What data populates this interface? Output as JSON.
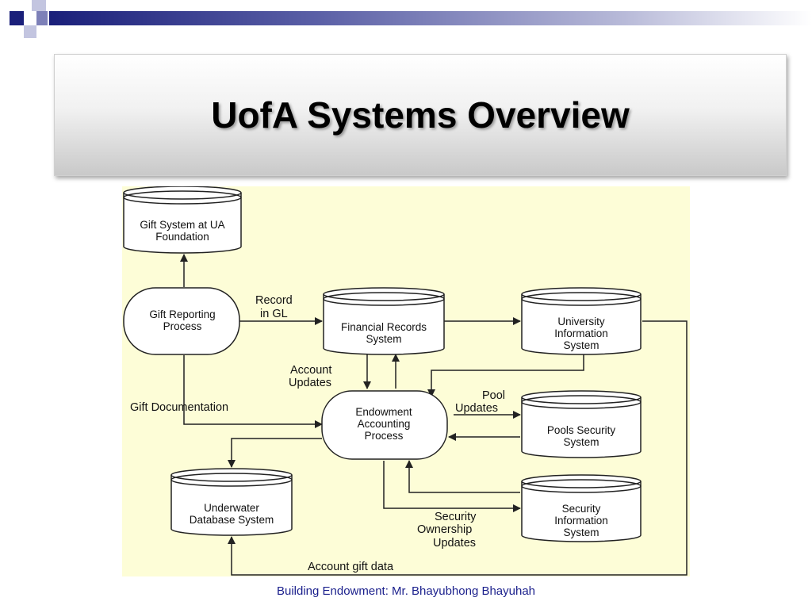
{
  "slide": {
    "title": "UofA Systems Overview",
    "footer": "Building Endowment: Mr. Bhayubhong Bhayuhah"
  },
  "diagram": {
    "stores": {
      "gift_system": [
        "Gift System at UA",
        "Foundation"
      ],
      "financial_records": [
        "Financial Records",
        "System"
      ],
      "university_info": [
        "University",
        "Information",
        "System"
      ],
      "pools_security": [
        "Pools Security",
        "System"
      ],
      "underwater_db": [
        "Underwater",
        "Database System"
      ],
      "security_info": [
        "Security",
        "Information",
        "System"
      ]
    },
    "processes": {
      "gift_reporting": [
        "Gift Reporting",
        "Process"
      ],
      "endowment_accounting": [
        "Endowment",
        "Accounting",
        "Process"
      ]
    },
    "flows": {
      "record_in_gl": [
        "Record",
        "in GL"
      ],
      "account_updates": [
        "Account",
        "Updates"
      ],
      "gift_documentation": [
        "Gift Documentation"
      ],
      "pool_updates": [
        "Pool",
        "Updates"
      ],
      "security_ownership_updates": [
        "Security",
        "Ownership",
        "Updates"
      ],
      "account_gift_data": [
        "Account gift data"
      ]
    },
    "colors": {
      "background": "#fdfdd7",
      "stroke": "#222222"
    }
  },
  "colors": {
    "accent": "#1a1f7a",
    "footer_text": "#1a1f8c"
  }
}
